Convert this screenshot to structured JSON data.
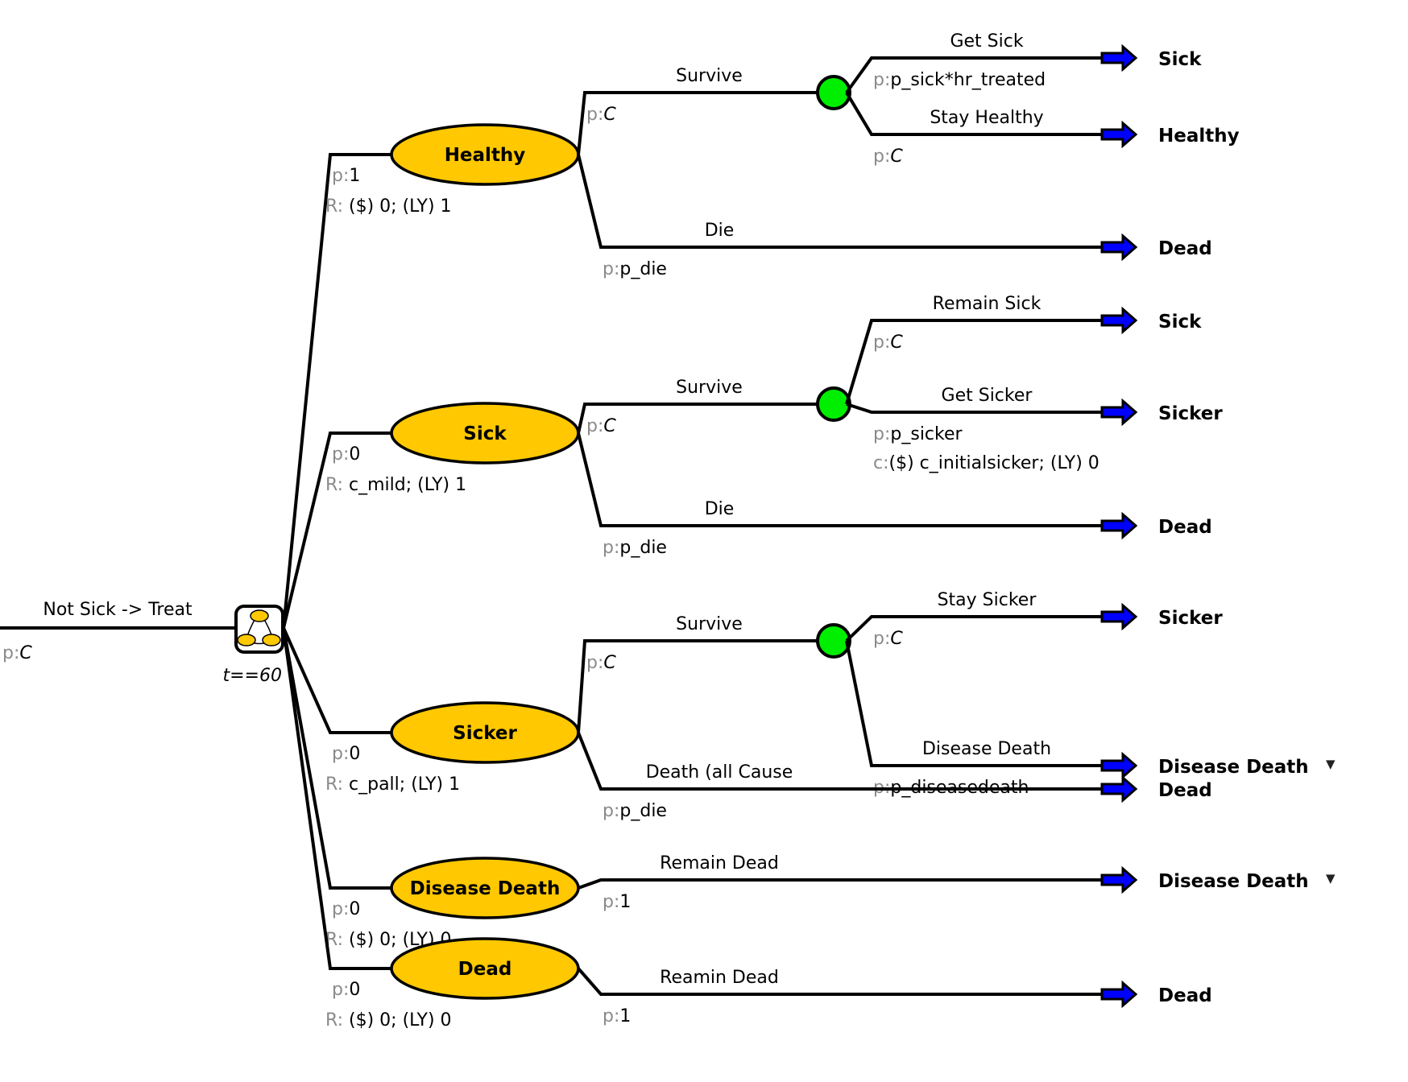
{
  "root": {
    "label": "Not Sick -> Treat",
    "prob_prefix": "p:",
    "prob": "C",
    "markov_node_icon": "markov-node-icon",
    "termination": "t==60"
  },
  "states": [
    {
      "name": "Healthy",
      "prob": "1",
      "reward_prefix": "R:",
      "reward": "($) 0; (LY) 1",
      "branches": [
        {
          "label": "Survive",
          "prob": "C",
          "chance": true,
          "children": [
            {
              "label": "Get Sick",
              "prob": "p_sick*hr_treated",
              "terminal": "Sick"
            },
            {
              "label": "Stay Healthy",
              "prob": "C",
              "terminal": "Healthy"
            }
          ]
        },
        {
          "label": "Die",
          "prob": "p_die",
          "terminal": "Dead"
        }
      ]
    },
    {
      "name": "Sick",
      "prob": "0",
      "reward_prefix": "R:",
      "reward": "c_mild; (LY) 1",
      "branches": [
        {
          "label": "Survive",
          "prob": "C",
          "chance": true,
          "children": [
            {
              "label": "Remain Sick",
              "prob": "C",
              "terminal": "Sick"
            },
            {
              "label": "Get Sicker",
              "prob": "p_sicker",
              "cost_prefix": "c:",
              "cost": "($) c_initialsicker; (LY) 0",
              "terminal": "Sicker"
            }
          ]
        },
        {
          "label": "Die",
          "prob": "p_die",
          "terminal": "Dead"
        }
      ]
    },
    {
      "name": "Sicker",
      "prob": "0",
      "reward_prefix": "R:",
      "reward": "c_pall; (LY) 1",
      "branches": [
        {
          "label": "Survive",
          "prob": "C",
          "chance": true,
          "children": [
            {
              "label": "Stay Sicker",
              "prob": "C",
              "terminal": "Sicker"
            },
            {
              "label": "Disease Death",
              "prob": "p_diseasedeath",
              "terminal": "Disease Death",
              "dropdown": true
            }
          ]
        },
        {
          "label": "Death (all Cause",
          "prob": "p_die",
          "terminal": "Dead"
        }
      ]
    },
    {
      "name": "Disease Death",
      "prob": "0",
      "reward_prefix": "R:",
      "reward": "($) 0; (LY) 0",
      "branches": [
        {
          "label": "Remain Dead",
          "prob": "1",
          "terminal": "Disease Death",
          "dropdown": true
        }
      ]
    },
    {
      "name": "Dead",
      "prob": "0",
      "reward_prefix": "R:",
      "reward": "($) 0; (LY) 0",
      "branches": [
        {
          "label": "Reamin Dead",
          "prob": "1",
          "terminal": "Dead"
        }
      ]
    }
  ],
  "colors": {
    "state_fill": "#ffc800",
    "chance_fill": "#00ee00",
    "arrow_fill": "#0000ff",
    "prefix_text": "#8a8a8a"
  },
  "dropdown_glyph": "▼"
}
